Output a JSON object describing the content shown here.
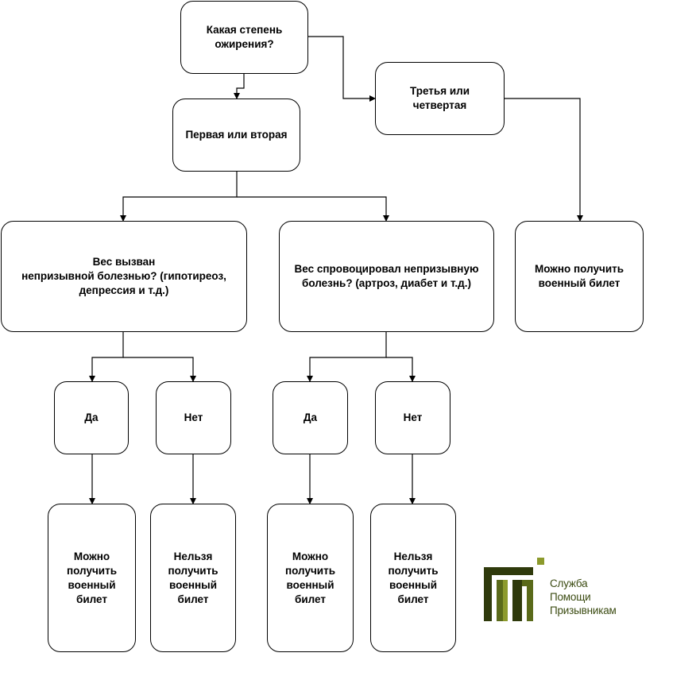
{
  "diagram": {
    "nodes": {
      "q_degree": "Какая степень\nожирения?",
      "first_second": "Первая или вторая",
      "third_fourth": "Третья или\nчетвертая",
      "can_get_top": "Можно получить\nвоенный билет",
      "weight_caused": "Вес вызван\nнепризывной болезнью? (гипотиреоз,\nдепрессия и т.д.)",
      "weight_provoked": "Вес спровоцировал непризывную\nболезнь? (артроз, диабет и т.д.)",
      "yes_1": "Да",
      "no_1": "Нет",
      "yes_2": "Да",
      "no_2": "Нет",
      "can_get_1": "Можно\nполучить\nвоенный\nбилет",
      "cannot_get_1": "Нельзя\nполучить\nвоенный\nбилет",
      "can_get_2": "Можно\nполучить\nвоенный\nбилет",
      "cannot_get_2": "Нельзя\nполучить\nвоенный\nбилет"
    }
  },
  "logo": {
    "lines": [
      "Служба",
      "Помощи",
      "Призывникам"
    ],
    "colors": {
      "dark": "#2f3a0c",
      "mid": "#5a6a1a",
      "light": "#8c9a2c",
      "text": "#3a4a10"
    }
  }
}
